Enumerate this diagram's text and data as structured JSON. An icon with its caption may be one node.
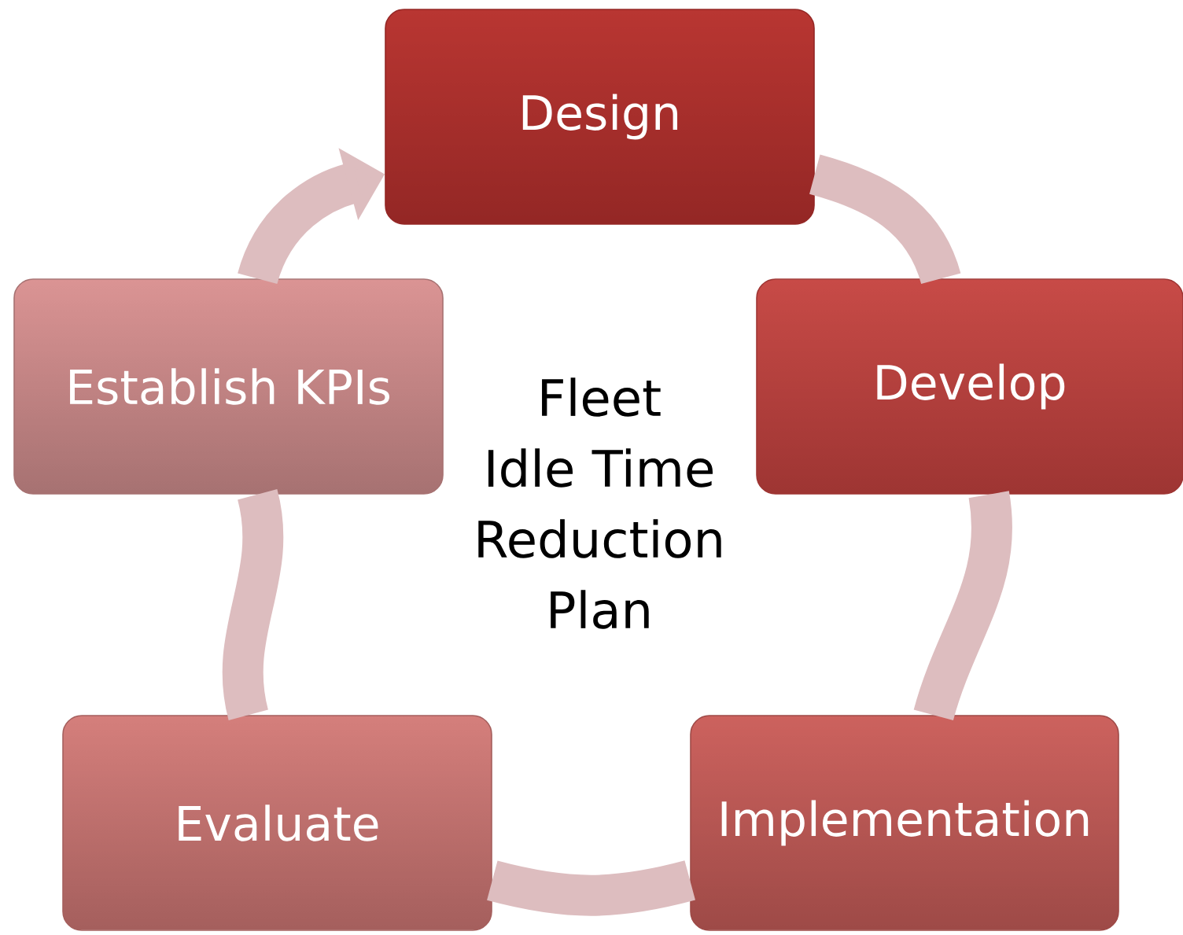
{
  "diagram": {
    "nodes": [
      {
        "text": [
          "Design"
        ]
      },
      {
        "text": [
          "Develop"
        ]
      },
      {
        "text": [
          "Implementation"
        ]
      },
      {
        "text": [
          "Evaluate"
        ]
      },
      {
        "text": [
          "Establish KPIs"
        ]
      }
    ],
    "edges": [
      {
        "from": 0,
        "to": 1,
        "arrow": "none"
      },
      {
        "from": 1,
        "to": 2,
        "arrow": "none"
      },
      {
        "from": 2,
        "to": 3,
        "arrow": "none"
      },
      {
        "from": 3,
        "to": 4,
        "arrow": "none"
      },
      {
        "from": 4,
        "to": 0,
        "arrow": "to"
      }
    ],
    "labels": [
      "Fleet Idle Time Reduction Plan"
    ]
  }
}
